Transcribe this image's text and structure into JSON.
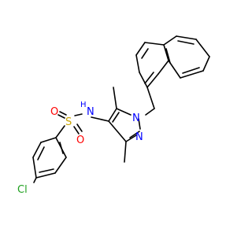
{
  "molecule": {
    "atom_labels": {
      "cl": "Cl",
      "s": "S",
      "o1": "O",
      "o2": "O",
      "n_amine": "N",
      "h_amine": "H",
      "n1": "N",
      "n2": "N"
    },
    "colors": {
      "bond": "#000000",
      "chlorine": "#1fa01f",
      "sulfur": "#c8a400",
      "oxygen": "#ff0000",
      "nitrogen": "#0000ff"
    }
  }
}
